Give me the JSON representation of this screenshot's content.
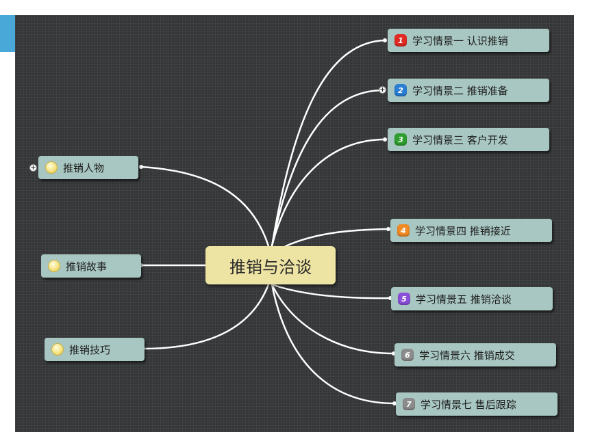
{
  "root": {
    "label": "推销与洽谈"
  },
  "right_nodes": [
    {
      "num": "1",
      "label": "学习情景一 认识推销",
      "badge_color": "#e02b24"
    },
    {
      "num": "2",
      "label": "学习情景二 推销准备",
      "badge_color": "#2a7fd4"
    },
    {
      "num": "3",
      "label": "学习情景三 客户开发",
      "badge_color": "#2e9e2e"
    },
    {
      "num": "4",
      "label": "学习情景四 推销接近",
      "badge_color": "#f08a24"
    },
    {
      "num": "5",
      "label": "学习情景五 推销洽谈",
      "badge_color": "#8a4fd8"
    },
    {
      "num": "6",
      "label": "学习情景六 推销成交",
      "badge_color": "#8c8c8c"
    },
    {
      "num": "7",
      "label": "学习情景七 售后跟踪",
      "badge_color": "#8c8c8c"
    }
  ],
  "left_nodes": [
    {
      "label": "推销人物"
    },
    {
      "label": "推销故事"
    },
    {
      "label": "推销技巧"
    }
  ],
  "colors": {
    "canvas_bg": "#343637",
    "node_bg": "#a9c7c2",
    "root_bg": "#ede3a3",
    "link": "#ffffff",
    "accent": "#4aa8d8"
  }
}
